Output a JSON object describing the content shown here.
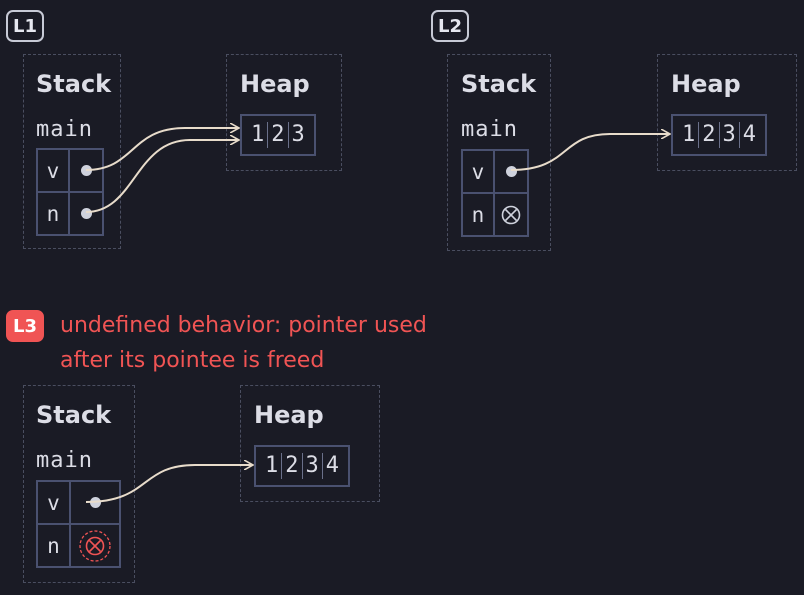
{
  "labels": {
    "l1": "L1",
    "l2": "L2",
    "l3": "L3"
  },
  "common": {
    "stack": "Stack",
    "heap": "Heap",
    "main": "main",
    "v": "v",
    "n": "n"
  },
  "l1": {
    "heap": [
      "1",
      "2",
      "3"
    ]
  },
  "l2": {
    "heap": [
      "1",
      "2",
      "3",
      "4"
    ]
  },
  "l3": {
    "heap": [
      "1",
      "2",
      "3",
      "4"
    ],
    "error_line1": "undefined behavior: pointer used",
    "error_line2": "after its pointee is freed"
  },
  "colors": {
    "error": "#f05454",
    "arrow": "#e8dccb",
    "box": "#4a5170"
  }
}
